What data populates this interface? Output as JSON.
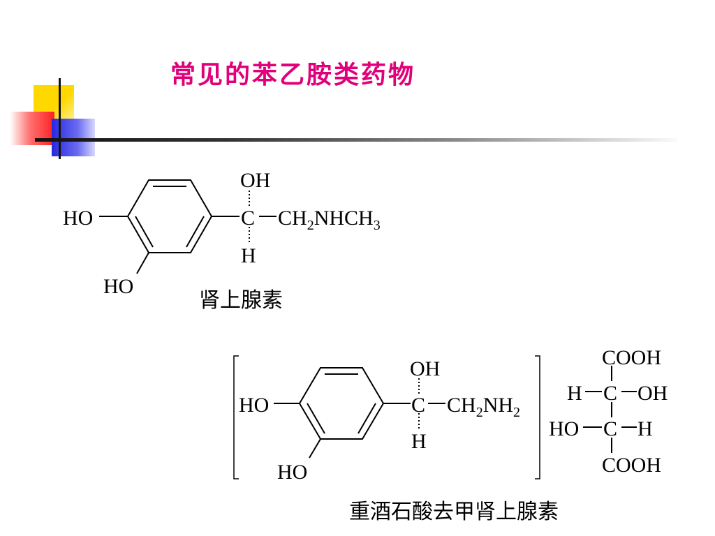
{
  "slide": {
    "title": "常见的苯乙胺类药物",
    "accent_color": "#e0007a"
  },
  "adrenaline": {
    "name": "肾上腺素",
    "labels": {
      "ho_para": "HO",
      "ho_meta": "HO",
      "oh_top": "OH",
      "carbon": "C",
      "h_bottom": "H",
      "chain_ch": "CH",
      "chain_sub2": "2",
      "chain_nhch": "NHCH",
      "chain_sub3": "3"
    }
  },
  "noradrenaline_bitartrate": {
    "name": "重酒石酸去甲肾上腺素",
    "labels": {
      "ho_para": "HO",
      "ho_meta": "HO",
      "oh_top": "OH",
      "carbon": "C",
      "h_bottom": "H",
      "chain_ch": "CH",
      "chain_sub2": "2",
      "chain_nh": "NH",
      "chain_sub2b": "2"
    },
    "tartaric_acid": {
      "cooh_top": "COOH",
      "row1_h": "H",
      "row1_c": "C",
      "row1_oh": "OH",
      "row2_ho": "HO",
      "row2_c": "C",
      "row2_h": "H",
      "cooh_bottom": "COOH"
    }
  }
}
